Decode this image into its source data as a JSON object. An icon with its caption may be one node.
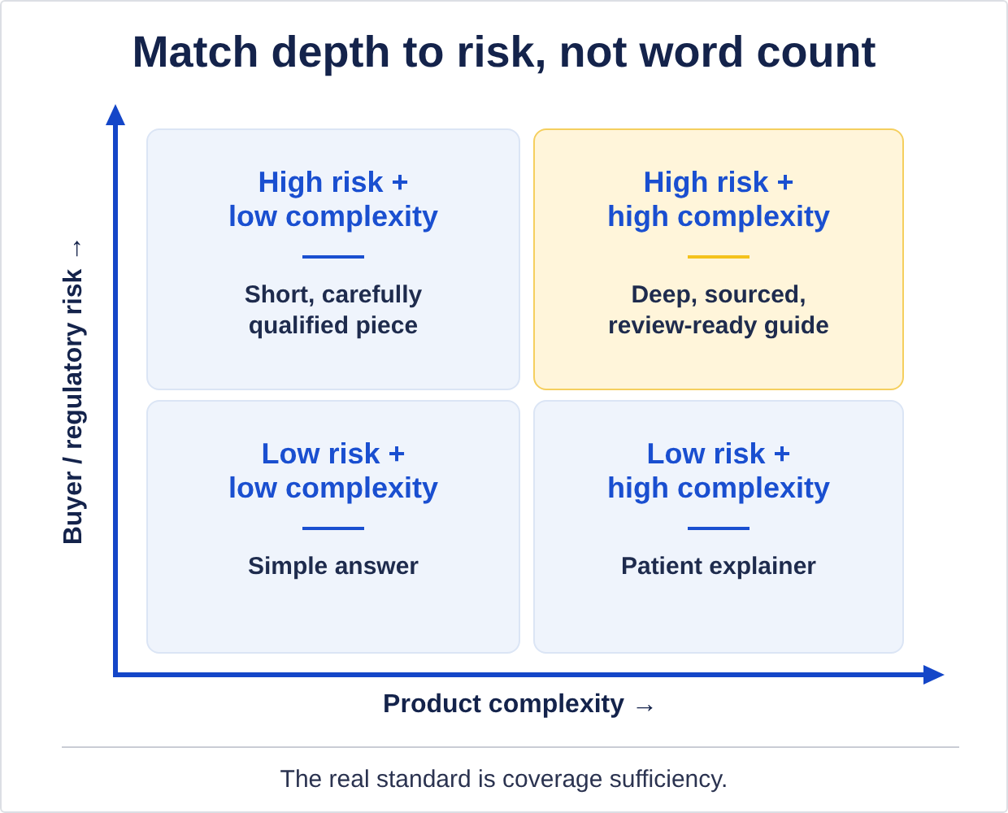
{
  "diagram": {
    "title": "Match depth to risk, not word count",
    "caption": "The real standard is coverage sufficiency.",
    "nodes": [
      {
        "text": [
          "High risk + low complexity",
          "Short, carefully qualified piece"
        ]
      },
      {
        "text": [
          "High risk + high complexity",
          "Deep, sourced, review-ready guide"
        ]
      },
      {
        "text": [
          "Low risk + low complexity",
          "Simple answer"
        ]
      },
      {
        "text": [
          "Low risk + high complexity",
          "Patient explainer"
        ]
      }
    ],
    "labels": [
      "Buyer / regulatory risk →",
      "Product complexity →"
    ]
  }
}
